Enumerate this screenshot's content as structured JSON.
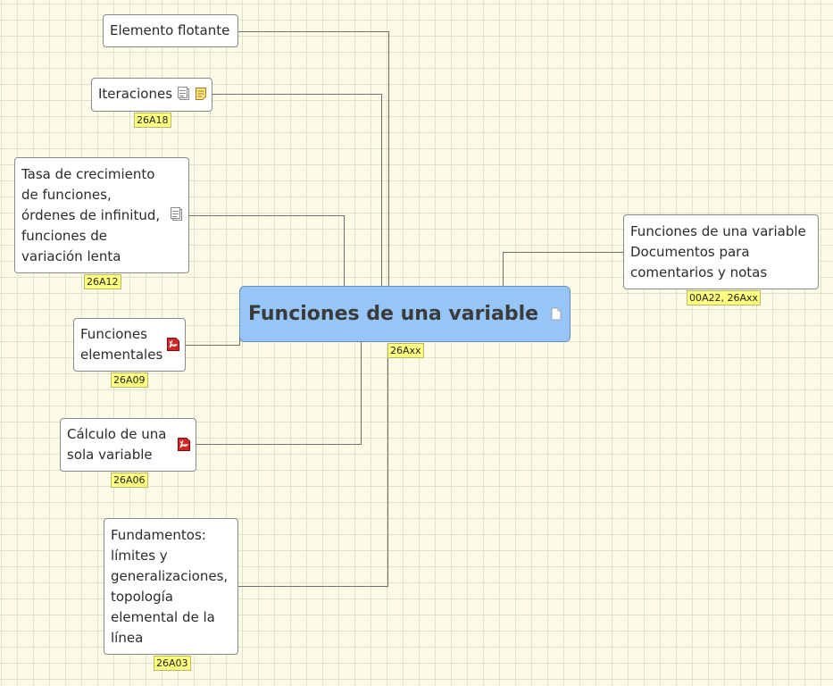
{
  "map": {
    "central": {
      "title": "Funciones de una variable",
      "tag": "26Axx",
      "icon": "page-icon"
    },
    "topics": [
      {
        "id": "elemento-flotante",
        "label": "Elemento flotante",
        "tag": "",
        "icons": []
      },
      {
        "id": "iteraciones",
        "label": "Iteraciones",
        "tag": "26A18",
        "icons": [
          "note-icon",
          "sticky-note-icon"
        ]
      },
      {
        "id": "tasa-crecimiento",
        "label": "Tasa de crecimiento\nde funciones,\nórdenes de infinitud,\nfunciones de\nvariación lenta",
        "tag": "26A12",
        "icons": [
          "note-icon"
        ]
      },
      {
        "id": "funciones-elementales",
        "label": "Funciones\nelementales",
        "tag": "26A09",
        "icons": [
          "pdf-icon"
        ]
      },
      {
        "id": "calculo-una-variable",
        "label": "Cálculo de una\nsola variable",
        "tag": "26A06",
        "icons": [
          "pdf-icon"
        ]
      },
      {
        "id": "fundamentos",
        "label": "Fundamentos:\nlímites y\ngeneralizaciones,\ntopología\nelemental de la\nlínea",
        "tag": "26A03",
        "icons": []
      },
      {
        "id": "documentos",
        "label": "Funciones de una variable\nDocumentos para\ncomentarios y notas",
        "tag": "00A22, 26Axx",
        "icons": []
      }
    ]
  },
  "colors": {
    "central_fill": "#96c5f7",
    "tag_fill": "#ffff80",
    "connector": "#6e6e6e",
    "grid": "#dfe3cc",
    "background": "#fbfbe8"
  }
}
